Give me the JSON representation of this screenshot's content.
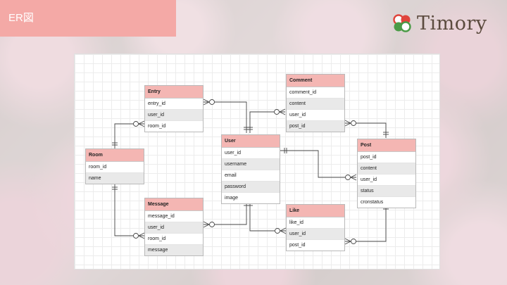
{
  "header": {
    "title": "ER図"
  },
  "brand": {
    "name": "Timory",
    "colors": {
      "red": "#e0443c",
      "green": "#4a9b46"
    }
  },
  "entities": {
    "entry": {
      "title": "Entry",
      "fields": [
        "entry_id",
        "user_id",
        "room_id"
      ]
    },
    "comment": {
      "title": "Comment",
      "fields": [
        "comment_id",
        "content",
        "user_id",
        "post_id"
      ]
    },
    "room": {
      "title": "Room",
      "fields": [
        "room_id",
        "name"
      ]
    },
    "user": {
      "title": "User",
      "fields": [
        "user_id",
        "username",
        "email",
        "password",
        "image"
      ]
    },
    "post": {
      "title": "Post",
      "fields": [
        "post_id",
        "content",
        "user_id",
        "status",
        "cronstatus"
      ]
    },
    "message": {
      "title": "Message",
      "fields": [
        "message_id",
        "user_id",
        "room_id",
        "message"
      ]
    },
    "like": {
      "title": "Like",
      "fields": [
        "like_id",
        "user_id",
        "post_id"
      ]
    }
  }
}
